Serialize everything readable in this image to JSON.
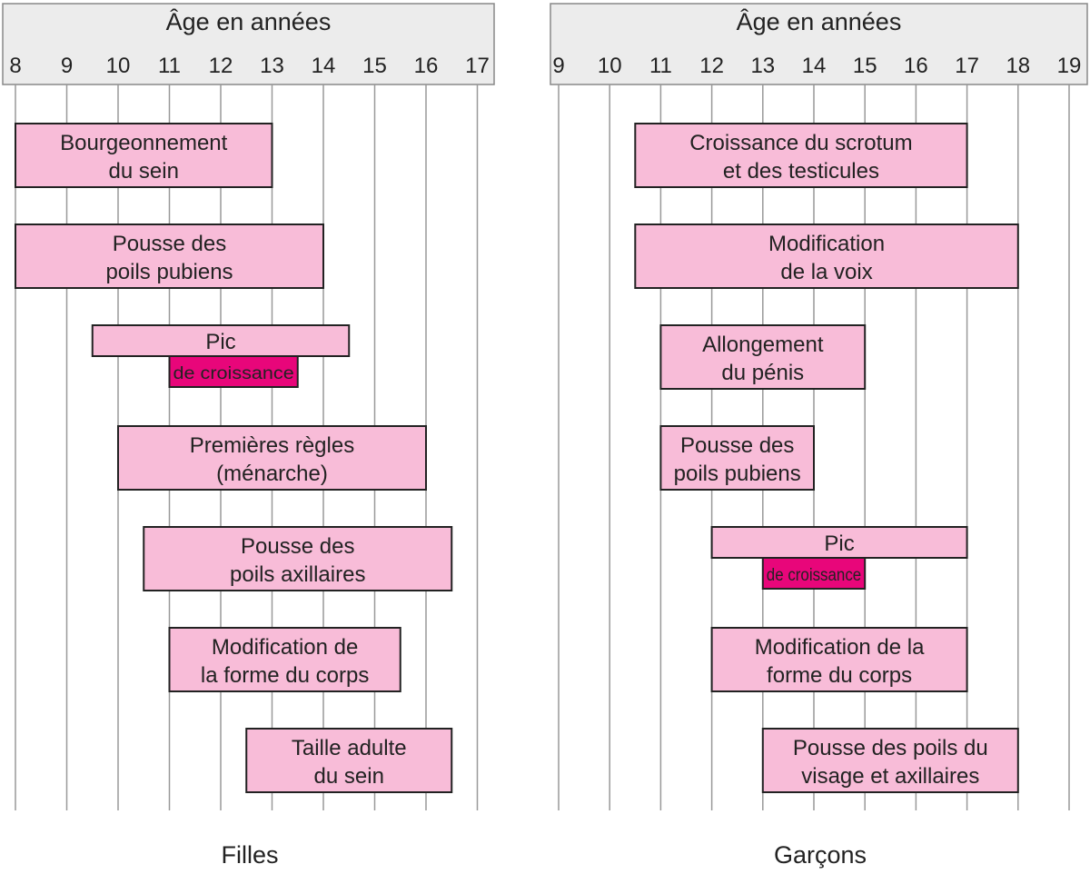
{
  "chart_data": [
    {
      "type": "gantt",
      "axis_title": "Âge en années",
      "xlim": [
        8,
        17
      ],
      "ticks": [
        8,
        9,
        10,
        11,
        12,
        13,
        14,
        15,
        16,
        17
      ],
      "caption": "Filles",
      "bars": [
        {
          "label": [
            "Bourgeonnement",
            "du sein"
          ],
          "start": 8,
          "end": 13
        },
        {
          "label": [
            "Pousse des",
            "poils pubiens"
          ],
          "start": 8,
          "end": 14
        },
        {
          "label": [
            "Pic"
          ],
          "start": 9.5,
          "end": 14.5,
          "highlight": {
            "label": "de croissance",
            "start": 11,
            "end": 13.5
          }
        },
        {
          "label": [
            "Premières règles",
            "(ménarche)"
          ],
          "start": 10,
          "end": 16
        },
        {
          "label": [
            "Pousse des",
            "poils axillaires"
          ],
          "start": 10.5,
          "end": 16.5
        },
        {
          "label": [
            "Modification de",
            "la forme du corps"
          ],
          "start": 11,
          "end": 15.5
        },
        {
          "label": [
            "Taille adulte",
            "du sein"
          ],
          "start": 12.5,
          "end": 16.5
        }
      ]
    },
    {
      "type": "gantt",
      "axis_title": "Âge en années",
      "xlim": [
        9,
        19
      ],
      "ticks": [
        9,
        10,
        11,
        12,
        13,
        14,
        15,
        16,
        17,
        18,
        19
      ],
      "caption": "Garçons",
      "bars": [
        {
          "label": [
            "Croissance du scrotum",
            "et des testicules"
          ],
          "start": 10.5,
          "end": 17
        },
        {
          "label": [
            "Modification",
            "de la voix"
          ],
          "start": 10.5,
          "end": 18
        },
        {
          "label": [
            "Allongement",
            "du pénis"
          ],
          "start": 11,
          "end": 15
        },
        {
          "label": [
            "Pousse des",
            "poils pubiens"
          ],
          "start": 11,
          "end": 14
        },
        {
          "label": [
            "Pic"
          ],
          "start": 12,
          "end": 17,
          "highlight": {
            "label": "de croissance",
            "start": 13,
            "end": 15
          }
        },
        {
          "label": [
            "Modification de la",
            "forme du corps"
          ],
          "start": 12,
          "end": 17
        },
        {
          "label": [
            "Pousse des poils du",
            "visage et axillaires"
          ],
          "start": 13,
          "end": 18
        }
      ]
    }
  ],
  "colors": {
    "bar_fill": "#f8bcd8",
    "highlight_fill": "#e8067a",
    "header_fill": "#ececec",
    "grid": "#999999",
    "border": "#222222"
  }
}
